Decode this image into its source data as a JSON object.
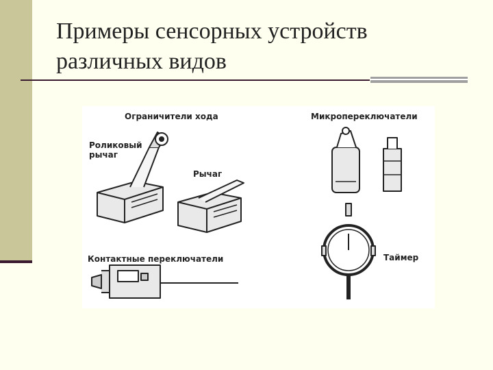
{
  "slide": {
    "title": "Примеры сенсорных устройств различных видов",
    "colors": {
      "background": "#fffff0",
      "sidebar": "#c9c79a",
      "rule": "#3a1a2e",
      "accent": "#9f9f9f"
    }
  },
  "figure": {
    "labels": {
      "limit_switches": "Ограничители хода",
      "microswitches": "Микропереключатели",
      "roller_lever": "Роликовый\nрычаг",
      "lever": "Рычаг",
      "contact_switches": "Контактные переключатели",
      "timer": "Таймер"
    }
  }
}
